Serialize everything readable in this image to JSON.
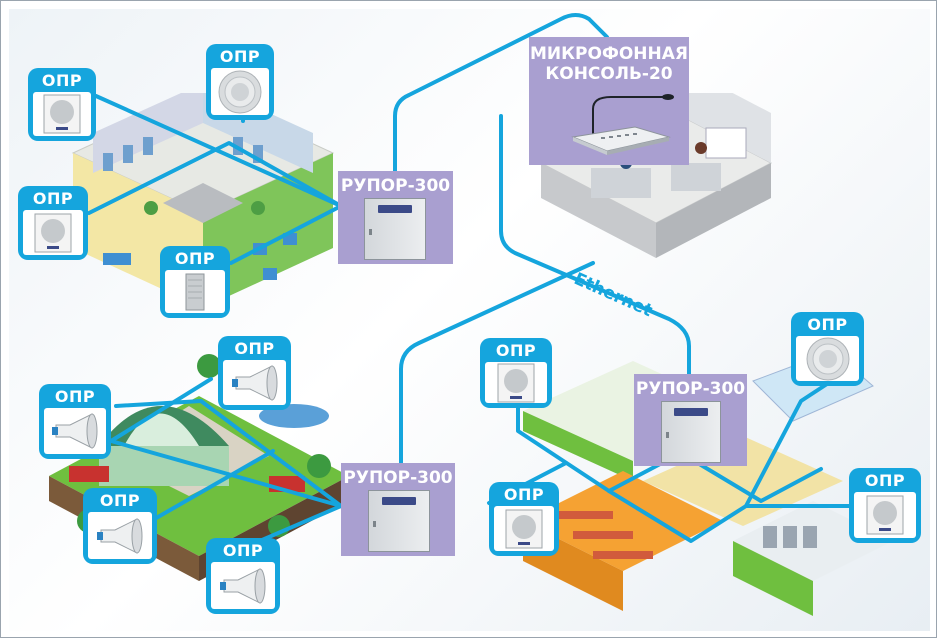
{
  "colors": {
    "cable": "#15a5dd",
    "controller": "#a99fd0",
    "card": "#15a5dd",
    "grass": "#6fbf3f",
    "floor": "#eceee8"
  },
  "network": {
    "label": "Ethernet"
  },
  "console": {
    "label": "МИКРОФОННАЯ\nКОНСОЛЬ-20",
    "icon": "microphone-console-icon"
  },
  "controllers": [
    {
      "label": "РУПОР-300"
    },
    {
      "label": "РУПОР-300"
    },
    {
      "label": "РУПОР-300"
    }
  ],
  "speakers": [
    {
      "label": "ОПР",
      "icon": "ceiling-speaker-icon"
    },
    {
      "label": "ОПР",
      "icon": "wall-speaker-icon"
    },
    {
      "label": "ОПР",
      "icon": "wall-speaker-icon"
    },
    {
      "label": "ОПР",
      "icon": "column-speaker-icon"
    },
    {
      "label": "ОПР",
      "icon": "horn-speaker-icon"
    },
    {
      "label": "ОПР",
      "icon": "horn-speaker-icon"
    },
    {
      "label": "ОПР",
      "icon": "horn-speaker-icon"
    },
    {
      "label": "ОПР",
      "icon": "horn-speaker-icon"
    },
    {
      "label": "ОПР",
      "icon": "wall-speaker-icon"
    },
    {
      "label": "ОПР",
      "icon": "ceiling-speaker-icon"
    },
    {
      "label": "ОПР",
      "icon": "wall-speaker-icon"
    },
    {
      "label": "ОПР",
      "icon": "wall-speaker-icon"
    }
  ]
}
